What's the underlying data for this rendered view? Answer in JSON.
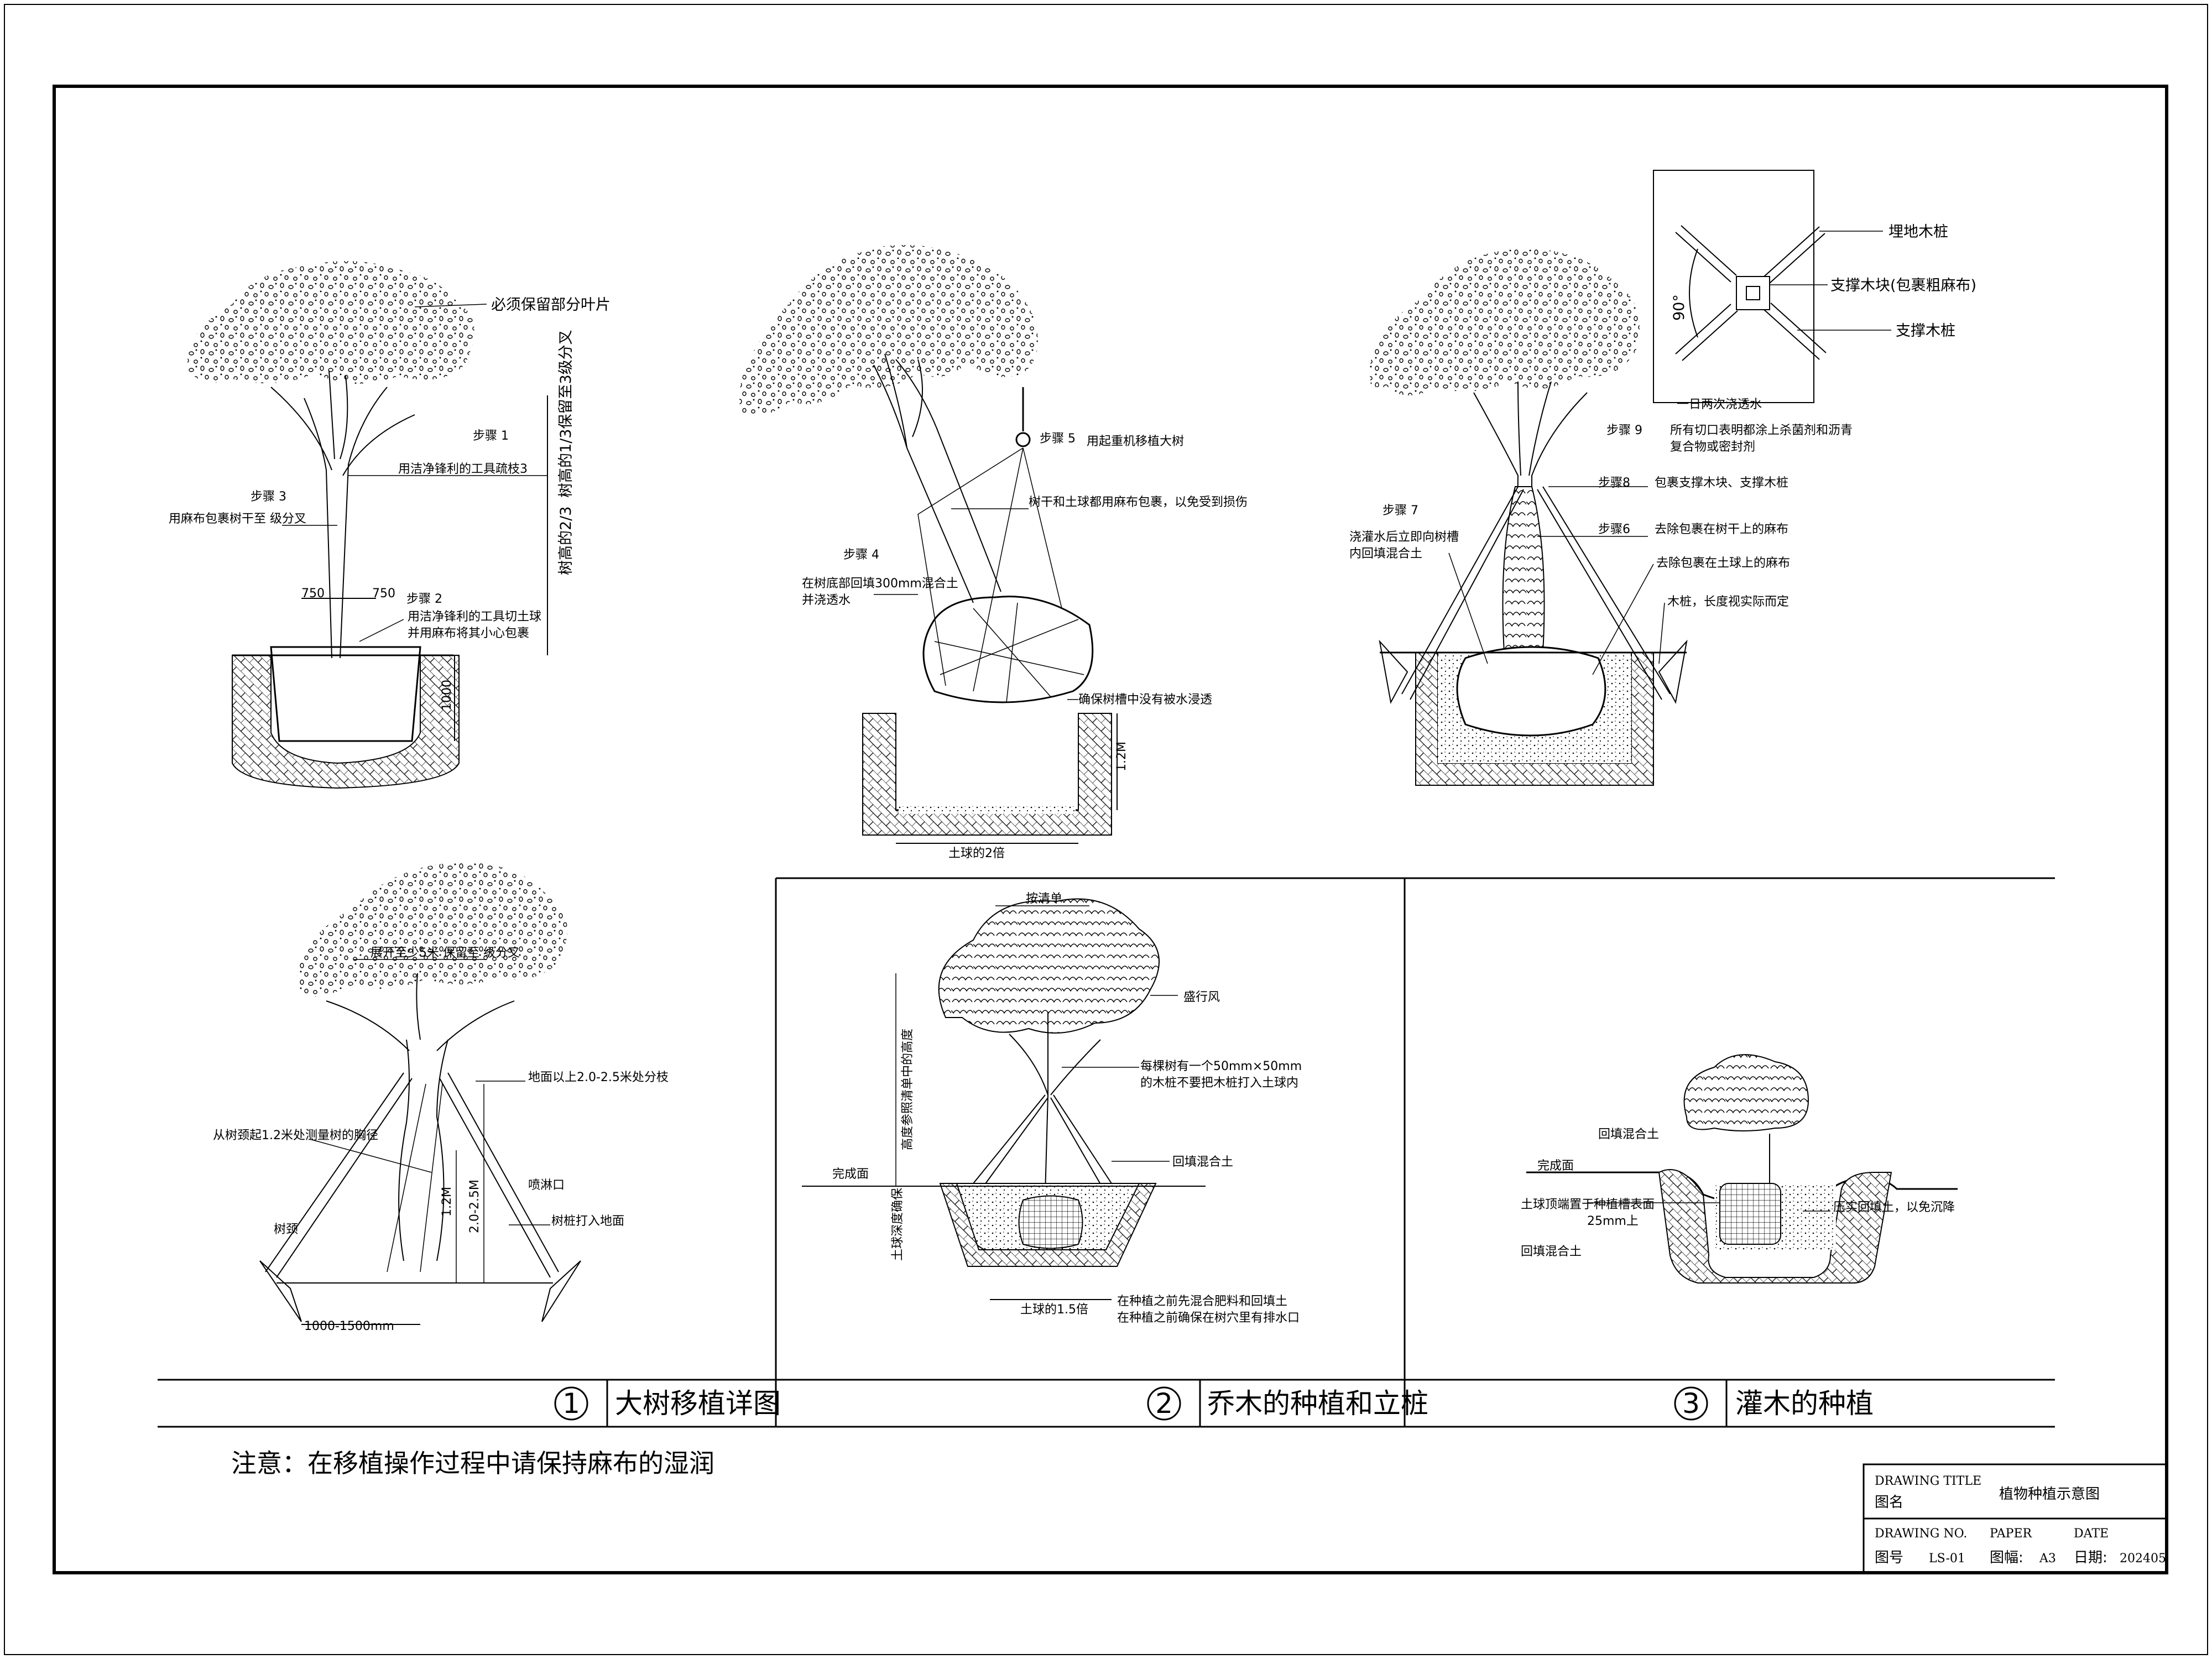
{
  "note": "注意：在移植操作过程中请保持麻布的湿润",
  "title_block": {
    "drawing_title_en": "DRAWING TITLE",
    "drawing_title_cn": "图名",
    "drawing_title_value": "植物种植示意图",
    "drawing_no_en": "DRAWING NO.",
    "drawing_no_cn": "图号",
    "drawing_no_value": "LS-01",
    "paper_en": "PAPER",
    "paper_cn": "图幅:",
    "paper_value": "A3",
    "date_en": "DATE",
    "date_cn": "日期:",
    "date_value": "202405"
  },
  "panels": [
    {
      "number": "1",
      "title": "大树移植详图"
    },
    {
      "number": "2",
      "title": "乔木的种植和立桩"
    },
    {
      "number": "3",
      "title": "灌木的种植"
    }
  ],
  "fig1": {
    "keep_leaves": "必须保留部分叶片",
    "step1": "步骤 1",
    "step1_text": "用洁净锋利的工具疏枝3",
    "step2": "步骤 2",
    "step2_text_a": "用洁净锋利的工具切土球",
    "step2_text_b": "并用麻布将其小心包裹",
    "step3": "步骤 3",
    "step3_text": "用麻布包裹树干至   级分叉",
    "vertical_a": "树高的2/3",
    "vertical_b": "树高的1/3保留至3级分叉",
    "dim_750_left": "750",
    "dim_750_right": "750",
    "dim_1000": "1000"
  },
  "fig2": {
    "step5": "步骤 5",
    "step5_text": "用起重机移植大树",
    "wrap_text": "树干和土球都用麻布包裹，以免受到损伤",
    "step4": "步骤 4",
    "step4_text_a": "在树底部回填300mm混合土",
    "step4_text_b": "并浇透水",
    "drain_text": "确保树槽中没有被水浸透",
    "dim_bottom": "土球的2倍",
    "dim_side": "1.2M"
  },
  "fig3": {
    "water": "一日两次浇透水",
    "step9": "步骤 9",
    "step9_text_a": "所有切口表明都涂上杀菌剂和沥青",
    "step9_text_b": "复合物或密封剂",
    "step8": "步骤8",
    "step8_text": "包裹支撑木块、支撑木桩",
    "step7": "步骤 7",
    "step7_text_a": "浇灌水后立即向树槽",
    "step7_text_b": "内回填混合土",
    "step6": "步骤6",
    "step6_text": "去除包裹在树干上的麻布",
    "remove_ball": "去除包裹在土球上的麻布",
    "stake_len": "木桩，长度视实际而定"
  },
  "plan": {
    "stake_buried": "埋地木桩",
    "support_block": "支撑木块(包裹粗麻布)",
    "support_stake": "支撑木桩",
    "angle": "90°"
  },
  "fig4": {
    "branch_label": "展开至少5米  保留至   级分叉",
    "branch_height": "地面以上2.0-2.5米处分枝",
    "measure_label": "从树颈起1.2米处测量树的胸径",
    "sprinkler": "喷淋口",
    "stake_ground": "树桩打入地面",
    "collar": "树颈",
    "dim_spread": "1000-1500mm",
    "dim_12": "1.2M",
    "dim_2025": "2.0-2.5M"
  },
  "fig5": {
    "spec": "按清单",
    "wind": "盛行风",
    "stake_note_a": "每棵树有一个50mm×50mm",
    "stake_note_b": "的木桩不要把木桩打入土球内",
    "finish": "完成面",
    "backfill": "回填混合土",
    "height_note": "高度参照清单中的高度",
    "depth_note": "土球深度确保",
    "ball_width": "土球的1.5倍",
    "fert_a": "在种植之前先混合肥料和回填土",
    "fert_b": "在种植之前确保在树穴里有排水口"
  },
  "fig6": {
    "backfill_top": "回填混合土",
    "finish": "完成面",
    "ball_top": "土球顶端置于种植槽表面",
    "mm25": "25mm上",
    "compact": "压实回填土，以免沉降",
    "backfill_bottom": "回填混合土"
  }
}
